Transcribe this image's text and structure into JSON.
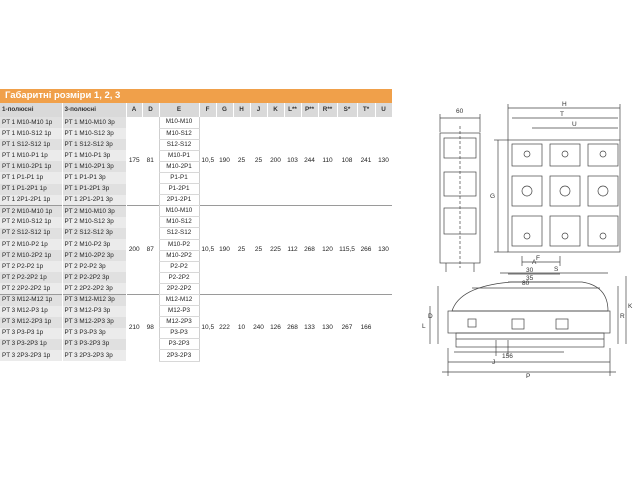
{
  "title": "Габаритні розміри 1, 2, 3",
  "headers": [
    "1-полюсні",
    "3-полюсні",
    "A",
    "D",
    "E",
    "F",
    "G",
    "H",
    "J",
    "K",
    "L**",
    "P**",
    "R**",
    "S*",
    "T*",
    "U"
  ],
  "groups": [
    {
      "rows": [
        {
          "p1": "PT 1 M10-M10 1p",
          "p3": "PT 1 M10-M10 3p",
          "e": "M10-M10"
        },
        {
          "p1": "PT 1 M10-S12 1p",
          "p3": "PT 1 M10-S12 3p",
          "e": "M10-S12"
        },
        {
          "p1": "PT 1 S12-S12 1p",
          "p3": "PT 1 S12-S12 3p",
          "e": "S12-S12"
        },
        {
          "p1": "PT 1 M10-P1 1p",
          "p3": "PT 1 M10-P1 3p",
          "e": "M10-P1"
        },
        {
          "p1": "PT 1 M10-2P1 1p",
          "p3": "PT 1 M10-2P1 3p",
          "e": "M10-2P1"
        },
        {
          "p1": "PT 1 P1-P1 1p",
          "p3": "PT 1 P1-P1 3p",
          "e": "P1-P1"
        },
        {
          "p1": "PT 1 P1-2P1 1p",
          "p3": "PT 1 P1-2P1 3p",
          "e": "P1-2P1"
        },
        {
          "p1": "PT 1 2P1-2P1 1p",
          "p3": "PT 1 2P1-2P1 3p",
          "e": "2P1-2P1"
        }
      ],
      "values": {
        "A": "175",
        "D": "81",
        "F": "10,5",
        "G": "190",
        "H": "25",
        "J": "25",
        "K": "200",
        "L": "103",
        "P": "244",
        "R": "110",
        "S": "108",
        "T": "241",
        "U": "130"
      }
    },
    {
      "rows": [
        {
          "p1": "PT 2 M10-M10 1p",
          "p3": "PT 2 M10-M10 3p",
          "e": "M10-M10"
        },
        {
          "p1": "PT 2 M10-S12 1p",
          "p3": "PT 2 M10-S12 3p",
          "e": "M10-S12"
        },
        {
          "p1": "PT 2 S12-S12 1p",
          "p3": "PT 2 S12-S12 3p",
          "e": "S12-S12"
        },
        {
          "p1": "PT 2 M10-P2 1p",
          "p3": "PT 2 M10-P2 3p",
          "e": "M10-P2"
        },
        {
          "p1": "PT 2 M10-2P2 1p",
          "p3": "PT 2 M10-2P2 3p",
          "e": "M10-2P2"
        },
        {
          "p1": "PT 2 P2-P2 1p",
          "p3": "PT 2 P2-P2 3p",
          "e": "P2-P2"
        },
        {
          "p1": "PT 2 P2-2P2 1p",
          "p3": "PT 2 P2-2P2 3p",
          "e": "P2-2P2"
        },
        {
          "p1": "PT 2 2P2-2P2 1p",
          "p3": "PT 2 2P2-2P2 3p",
          "e": "2P2-2P2"
        }
      ],
      "values": {
        "A": "200",
        "D": "87",
        "F": "10,5",
        "G": "190",
        "H": "25",
        "J": "25",
        "K": "225",
        "L": "112",
        "P": "268",
        "R": "120",
        "S": "115,5",
        "T": "266",
        "U": "130"
      }
    },
    {
      "rows": [
        {
          "p1": "PT 3 M12-M12 1p",
          "p3": "PT 3 M12-M12 3p",
          "e": "M12-M12"
        },
        {
          "p1": "PT 3 M12-P3 1p",
          "p3": "PT 3 M12-P3 3p",
          "e": "M12-P3"
        },
        {
          "p1": "PT 3 M12-2P3 1p",
          "p3": "PT 3 M12-2P3 3p",
          "e": "M12-2P3"
        },
        {
          "p1": "PT 3 P3-P3 1p",
          "p3": "PT 3 P3-P3 3p",
          "e": "P3-P3"
        },
        {
          "p1": "PT 3 P3-2P3 1p",
          "p3": "PT 3 P3-2P3 3p",
          "e": "P3-2P3"
        },
        {
          "p1": "PT 3 2P3-2P3 1p",
          "p3": "PT 3 2P3-2P3 3p",
          "e": "2P3-2P3"
        }
      ],
      "values": {
        "A": "210",
        "D": "98",
        "F": "10,5",
        "G": "222",
        "H": "10",
        "J": "240",
        "K": "126",
        "L": "268",
        "P": "133",
        "R": "130",
        "S": "267",
        "T": "166",
        "U": ""
      }
    }
  ],
  "drawing": {
    "labels": {
      "top_width": "60",
      "H": "H",
      "T": "T",
      "U": "U",
      "G": "G",
      "F": "F",
      "dim_30": "30",
      "dim_35": "35",
      "A": "A",
      "S": "S",
      "dim_80": "80",
      "D": "D",
      "L": "L",
      "R": "R",
      "K": "K",
      "J": "J",
      "dim_156": "156",
      "P": "P"
    }
  }
}
